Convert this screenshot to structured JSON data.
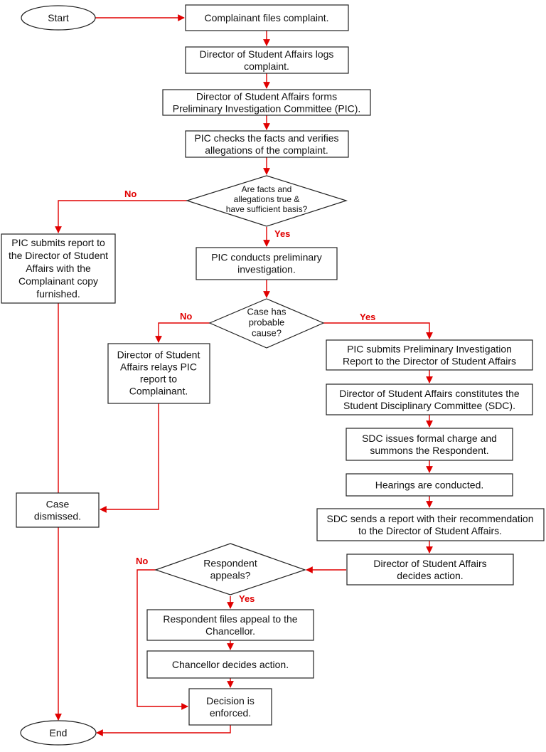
{
  "colors": {
    "edge": "#e00000",
    "border": "#222222",
    "text": "#111111",
    "branch_label": "#e00000"
  },
  "nodes": {
    "start": {
      "lines": [
        "Start"
      ]
    },
    "files": {
      "lines": [
        "Complainant files complaint."
      ]
    },
    "logs": {
      "lines": [
        "Director of Student Affairs logs",
        "complaint."
      ]
    },
    "forms": {
      "lines": [
        "Director of Student Affairs forms",
        "Preliminary Investigation Committee (PIC)."
      ]
    },
    "checks": {
      "lines": [
        "PIC checks the facts and verifies",
        "allegations of the complaint."
      ]
    },
    "q_facts": {
      "lines": [
        "Are facts and",
        "allegations true &",
        "have sufficient basis?"
      ]
    },
    "submits_report": {
      "lines": [
        "PIC submits report to",
        "the Director of Student",
        "Affairs with the",
        "Complainant copy",
        "furnished."
      ]
    },
    "prelim": {
      "lines": [
        "PIC conducts preliminary",
        "investigation."
      ]
    },
    "q_cause": {
      "lines": [
        "Case has",
        "probable",
        "cause?"
      ]
    },
    "relays": {
      "lines": [
        "Director of Student",
        "Affairs relays PIC",
        "report to",
        "Complainant."
      ]
    },
    "submits_pir": {
      "lines": [
        "PIC submits Preliminary Investigation",
        "Report to the Director of Student Affairs"
      ]
    },
    "constitutes": {
      "lines": [
        "Director of Student Affairs  constitutes the",
        "Student Disciplinary Committee (SDC)."
      ]
    },
    "charge": {
      "lines": [
        "SDC issues formal charge and",
        "summons the Respondent."
      ]
    },
    "hearings": {
      "lines": [
        "Hearings are conducted."
      ]
    },
    "sdc_report": {
      "lines": [
        "SDC sends a report with their recommendation",
        "to the Director of Student Affairs."
      ]
    },
    "dismissed": {
      "lines": [
        "Case",
        "dismissed."
      ]
    },
    "decides": {
      "lines": [
        "Director of Student Affairs",
        "decides action."
      ]
    },
    "q_appeal": {
      "lines": [
        "Respondent",
        "appeals?"
      ]
    },
    "appeal": {
      "lines": [
        "Respondent files appeal to the",
        "Chancellor."
      ]
    },
    "chancellor": {
      "lines": [
        "Chancellor decides action."
      ]
    },
    "enforced": {
      "lines": [
        "Decision is",
        "enforced."
      ]
    },
    "end": {
      "lines": [
        "End"
      ]
    }
  },
  "branch_labels": {
    "facts_no": "No",
    "facts_yes": "Yes",
    "cause_no": "No",
    "cause_yes": "Yes",
    "appeal_no": "No",
    "appeal_yes": "Yes"
  }
}
